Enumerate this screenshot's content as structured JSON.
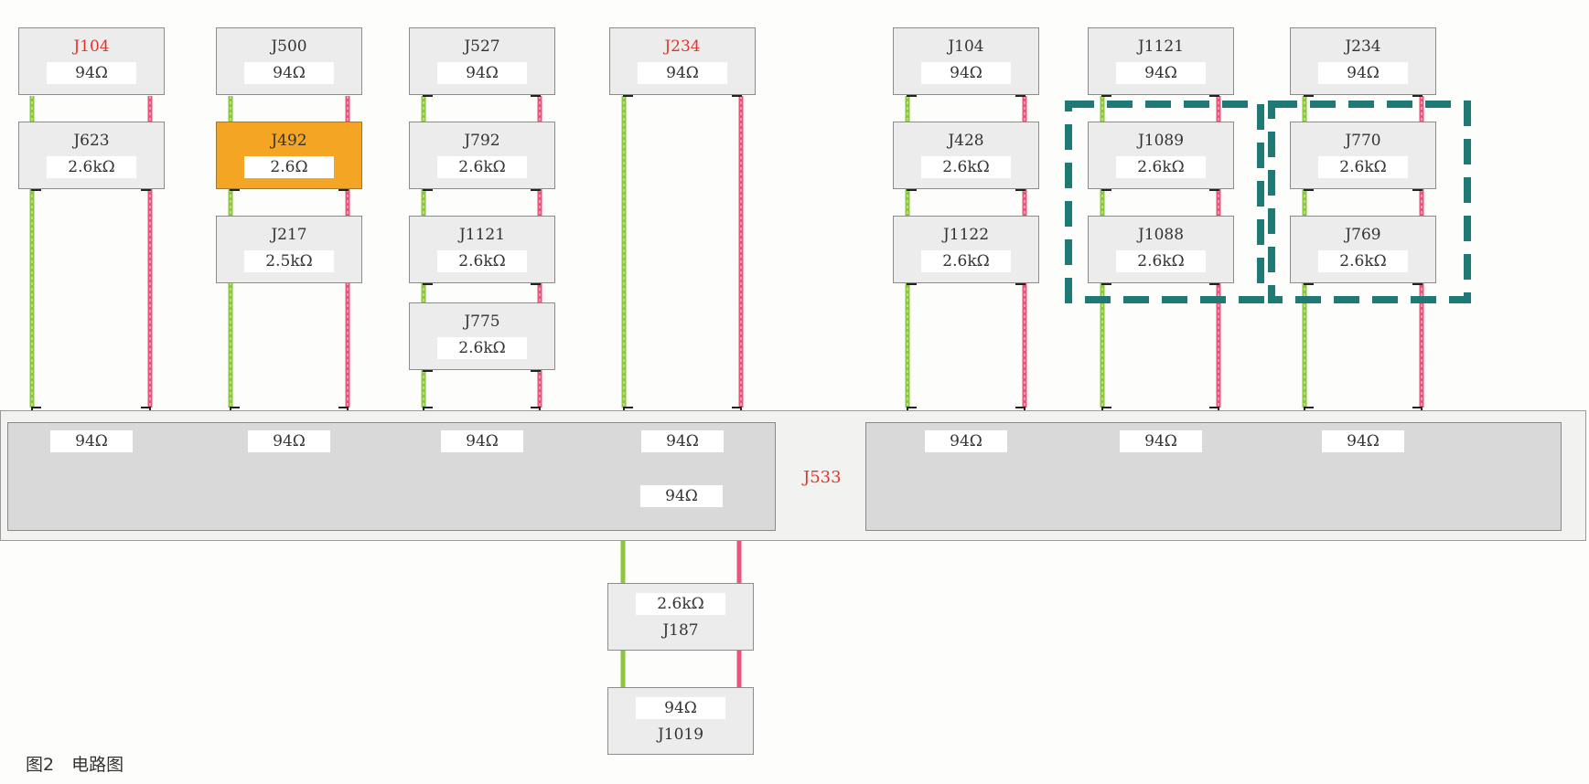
{
  "modules": [
    {
      "id": "J104",
      "name": "J104",
      "res": "94Ω",
      "color": "red"
    },
    {
      "id": "J623",
      "name": "J623",
      "res": "2.6kΩ"
    },
    {
      "id": "J500",
      "name": "J500",
      "res": "94Ω"
    },
    {
      "id": "J492",
      "name": "J492",
      "res": "2.6Ω",
      "highlight": true
    },
    {
      "id": "J217",
      "name": "J217",
      "res": "2.5kΩ"
    },
    {
      "id": "J527",
      "name": "J527",
      "res": "94Ω"
    },
    {
      "id": "J792",
      "name": "J792",
      "res": "2.6kΩ"
    },
    {
      "id": "J1121a",
      "name": "J1121",
      "res": "2.6kΩ"
    },
    {
      "id": "J775",
      "name": "J775",
      "res": "2.6kΩ"
    },
    {
      "id": "J234a",
      "name": "J234",
      "res": "94Ω",
      "color": "red"
    },
    {
      "id": "J104b",
      "name": "J104",
      "res": "94Ω"
    },
    {
      "id": "J428",
      "name": "J428",
      "res": "2.6kΩ"
    },
    {
      "id": "J1122",
      "name": "J1122",
      "res": "2.6kΩ"
    },
    {
      "id": "J1121b",
      "name": "J1121",
      "res": "94Ω"
    },
    {
      "id": "J1089",
      "name": "J1089",
      "res": "2.6kΩ"
    },
    {
      "id": "J1088",
      "name": "J1088",
      "res": "2.6kΩ"
    },
    {
      "id": "J234b",
      "name": "J234",
      "res": "94Ω"
    },
    {
      "id": "J770",
      "name": "J770",
      "res": "2.6kΩ"
    },
    {
      "id": "J769",
      "name": "J769",
      "res": "2.6kΩ"
    },
    {
      "id": "J187",
      "name": "J187",
      "res": "2.6kΩ"
    },
    {
      "id": "J1019",
      "name": "J1019",
      "res": "94Ω"
    }
  ],
  "bus": {
    "name": "J533",
    "node_res": [
      "94Ω",
      "94Ω",
      "94Ω",
      "94Ω",
      "94Ω",
      "94Ω",
      "94Ω",
      "94Ω"
    ]
  },
  "colors": {
    "can_high": "#8cc63f",
    "can_low": "#e8557a",
    "dashed_group": "#1f7a76",
    "highlight": "#f4a523",
    "label_red": "#e0352b"
  },
  "caption": "图2　电路图"
}
